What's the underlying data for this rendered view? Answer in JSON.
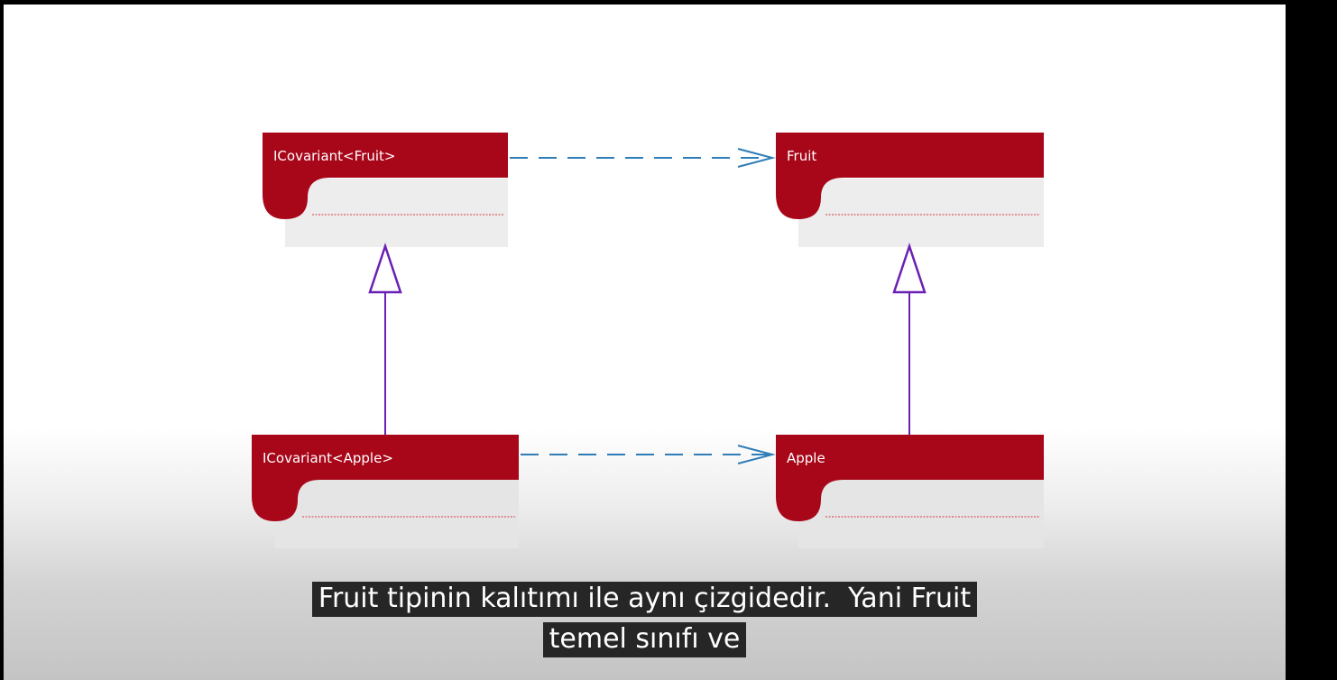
{
  "diagram": {
    "classes": [
      {
        "id": "icovariant-fruit",
        "name": "ICovariant<Fruit>"
      },
      {
        "id": "fruit",
        "name": "Fruit"
      },
      {
        "id": "icovariant-apple",
        "name": "ICovariant<Apple>"
      },
      {
        "id": "apple",
        "name": "Apple"
      }
    ],
    "relations": [
      {
        "from": "icovariant-fruit",
        "to": "fruit",
        "kind": "dependency"
      },
      {
        "from": "icovariant-apple",
        "to": "apple",
        "kind": "dependency"
      },
      {
        "from": "icovariant-apple",
        "to": "icovariant-fruit",
        "kind": "generalization"
      },
      {
        "from": "apple",
        "to": "fruit",
        "kind": "generalization"
      }
    ],
    "colors": {
      "header": "#a8071a",
      "body": "#ededed",
      "divider": "#d23a45",
      "dependency_arrow": "#2f7db8",
      "generalization_arrow": "#6a1fb5"
    }
  },
  "subtitle": {
    "line1": "Fruit tipinin kalıtımı ile aynı çizgidedir.  Yani Fruit",
    "line2": "temel sınıfı ve"
  }
}
